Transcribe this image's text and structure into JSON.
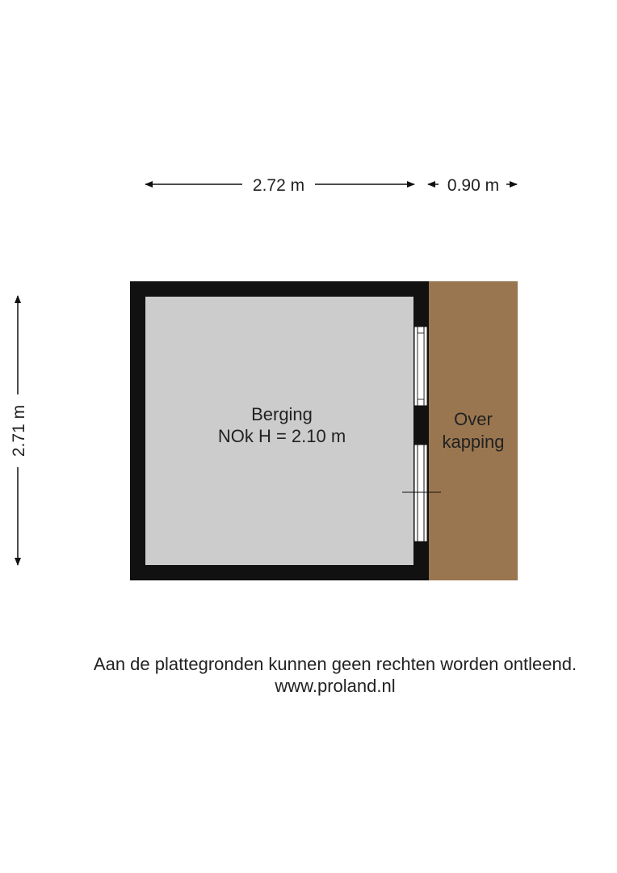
{
  "dimensions": {
    "width_label": "2.72 m",
    "overkapping_width_label": "0.90 m",
    "height_label": "2.71 m"
  },
  "rooms": {
    "berging": {
      "name": "Berging",
      "height_note": "NOk H = 2.10 m"
    },
    "overkapping": {
      "line1": "Over",
      "line2": "kapping"
    }
  },
  "footer": {
    "disclaimer": "Aan de plattegronden kunnen geen rechten worden ontleend.",
    "website": "www.proland.nl"
  },
  "colors": {
    "wall": "#111111",
    "floor": "#cccccc",
    "overkapping": "#9a7650",
    "text": "#222222"
  }
}
